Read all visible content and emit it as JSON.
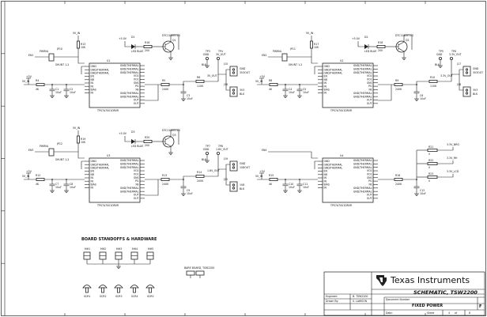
{
  "sheet": {
    "border_ticks_top": [
      "1",
      "2",
      "3",
      "4",
      "5",
      "6",
      "7",
      "8"
    ],
    "border_ticks_left": [
      "A",
      "B",
      "C",
      "D",
      "E",
      "F"
    ]
  },
  "circuits": [
    {
      "vin": "5V_IN",
      "vin_lbl": "+5V",
      "r_pull": "R13",
      "r_pull_val": "10K",
      "jp": "JP10",
      "jp_lbl": "PWRNL",
      "jp_short": "SHUNT 1-2",
      "en": "EN1",
      "u": "U1",
      "u_part": "TPS7A7001DRVR",
      "u_pins_left": [
        "GND",
        "GND/THERMAL",
        "GND/THERMAL",
        "EN",
        "NR",
        "IN",
        "IN",
        "BIAS",
        "IN"
      ],
      "u_pins_right": [
        "GND/THERMAL",
        "GND/THERMAL",
        "GND/THERMAL",
        "VO2",
        "VO1",
        "SNS",
        "PG",
        "FB",
        "GND/THERMAL",
        "GND/THERMAL",
        "OUT",
        "OUT"
      ],
      "c_in": "C1",
      "c_in_val": "10uF",
      "c_in2": "C2",
      "c_in2_val": "10uF",
      "r_in": "R4",
      "r_in_val": "4K",
      "led": "D1",
      "led_lbl": "LED BLUE",
      "led_sup": "+5.0V",
      "r_led": "R16",
      "r_led_val": "200",
      "q": "Q1",
      "q_part": "DTC114EET1G",
      "tp1": "TP3",
      "tp1_lbl": "GND",
      "tp2": "TP4",
      "tp2_lbl": "3V_OUT",
      "j1": "J15",
      "j1_p1": "GND",
      "j1_p2": "3V3OUT",
      "j2": "J16",
      "j2_p1": "3V3",
      "j2_p2": "BLK",
      "r_fb": "R5",
      "r_fb_val": "240K",
      "r_fb2": "R6",
      "r_fb2_val": "110K",
      "c_out": "C3",
      "c_out_val": "10uF",
      "out": "3V_OUT",
      "blk": "BLK"
    },
    {
      "vin": "5V_IN",
      "vin_lbl": "+5V",
      "r_pull": "R17",
      "r_pull_val": "10K",
      "jp": "JP11",
      "jp_lbl": "PWRNL",
      "jp_short": "SHUNT 1-2",
      "en": "EN2",
      "u": "U2",
      "u_part": "TPS7A7001DRVR",
      "u_pins_left": [
        "GND",
        "GND/THERMAL",
        "GND/THERMAL",
        "EN",
        "NR",
        "IN",
        "IN",
        "BIAS",
        "IN"
      ],
      "u_pins_right": [
        "GND/THERMAL",
        "GND/THERMAL",
        "GND/THERMAL",
        "VO2",
        "VO1",
        "SNS",
        "PG",
        "FB",
        "GND/THERMAL",
        "GND/THERMAL",
        "OUT",
        "OUT"
      ],
      "c_in": "C4",
      "c_in_val": "10uF",
      "c_in2": "C5",
      "c_in2_val": "10uF",
      "r_in": "R8",
      "r_in_val": "4K",
      "led": "D2",
      "led_lbl": "LED BLUE",
      "led_sup": "+5.0V",
      "r_led": "R18",
      "r_led_val": "200",
      "q": "Q2",
      "q_part": "DTC114EET1G",
      "tp1": "TP5",
      "tp1_lbl": "GND",
      "tp2": "TP6",
      "tp2_lbl": "3.3V_OUT",
      "j1": "J17",
      "j1_p1": "GND",
      "j1_p2": "3V3OUT",
      "j2": "J18",
      "j2_p1": "3V3",
      "j2_p2": "BLK",
      "r_fb": "R9",
      "r_fb_val": "240K",
      "r_fb2": "R10",
      "r_fb2_val": "110K",
      "c_out": "C6",
      "c_out_val": "10uF",
      "out": "3.3V_OUT",
      "blk": "BLK"
    },
    {
      "vin": "5V_IN",
      "vin_lbl": "+5V",
      "r_pull": "R19",
      "r_pull_val": "10K",
      "jp": "JP12",
      "jp_lbl": "PWRNL",
      "jp_short": "SHUNT 1-2",
      "en": "EN3",
      "u": "U3",
      "u_part": "TPS7A7001DRVR",
      "u_pins_left": [
        "GND",
        "GND/THERMAL",
        "GND/THERMAL",
        "EN",
        "NR",
        "IN",
        "IN",
        "BIAS",
        "IN"
      ],
      "u_pins_right": [
        "GND/THERMAL",
        "GND/THERMAL",
        "GND/THERMAL",
        "VO2",
        "VO1",
        "SNS",
        "PG",
        "FB",
        "GND/THERMAL",
        "GND/THERMAL",
        "OUT",
        "OUT"
      ],
      "c_in": "C7",
      "c_in_val": "10uF",
      "c_in2": "C8",
      "c_in2_val": "10uF",
      "r_in": "R12",
      "r_in_val": "4K",
      "led": "D3",
      "led_lbl": "LED BLUE",
      "led_sup": "+5.0V",
      "r_led": "R20",
      "r_led_val": "200",
      "q": "Q3",
      "q_part": "DTC114EET1G",
      "tp1": "TP7",
      "tp1_lbl": "GND",
      "tp2": "TP8",
      "tp2_lbl": "1.8V_OUT",
      "j1": "J19",
      "j1_p1": "GND",
      "j1_p2": "1V8OUT",
      "j2": "J20",
      "j2_p1": "1V8",
      "j2_p2": "BLK",
      "r_fb": "R13",
      "r_fb_val": "240K",
      "r_fb2": "R14",
      "r_fb2_val": "200K",
      "c_out": "C9",
      "c_out_val": "10uF",
      "out": "1.8V_OUT",
      "blk": "BLK"
    },
    {
      "vin": "5V_IN",
      "vin_lbl": "+5V",
      "en": "EN4",
      "u": "U4",
      "u_part": "TPS7A7001DRVR",
      "u_pins_left": [
        "GND",
        "GND/THERMAL",
        "GND/THERMAL",
        "EN",
        "NR",
        "IN",
        "IN",
        "BIAS",
        "IN"
      ],
      "u_pins_right": [
        "GND/THERMAL",
        "GND/THERMAL",
        "GND/THERMAL",
        "VO2",
        "VO1",
        "SNS",
        "PG",
        "FB",
        "GND/THERMAL",
        "GND/THERMAL",
        "OUT",
        "OUT"
      ],
      "c_in": "C10",
      "c_in_val": "10uF",
      "c_in2": "C11",
      "c_in2_val": "10uF",
      "r_in": "R15",
      "r_in_val": "4K",
      "r_fb": "R16",
      "r_fb_val": "240K",
      "c_out": "C12",
      "c_out_val": "10uF",
      "rails": [
        {
          "ref": "R21",
          "val": "0",
          "net": "3.3V_NRG"
        },
        {
          "ref": "R22",
          "val": "0",
          "net": "3.3V_RH"
        },
        {
          "ref": "R23",
          "val": "0",
          "net": "3.3V_LCD"
        }
      ]
    }
  ],
  "standoffs": {
    "title": "BOARD STANDOFFS & HARDWARE",
    "holes": [
      "MH1",
      "MH2",
      "MH3",
      "MH4",
      "MH5"
    ],
    "screws": [
      "SCR1",
      "SCR2",
      "SCR3",
      "SCR4",
      "SCR5"
    ],
    "bare_label": "BARE BOARD, TSW2200"
  },
  "title_block": {
    "company": "Texas Instruments",
    "schematic_title": "SCHEMATIC, TSW2200",
    "engineer_label": "Engineer:",
    "engineer": "B. TSW2200",
    "drawn_label": "Drawn By:",
    "drawn": "S. LAWSON",
    "doc_label": "Document Number",
    "doc_name": "FIXED POWER",
    "rev": "F",
    "sheet_label": "Sheet",
    "sheet_no": "4",
    "sheet_of": "of",
    "sheet_total": "8",
    "date_label": "Date:",
    "size_label": "Size"
  }
}
